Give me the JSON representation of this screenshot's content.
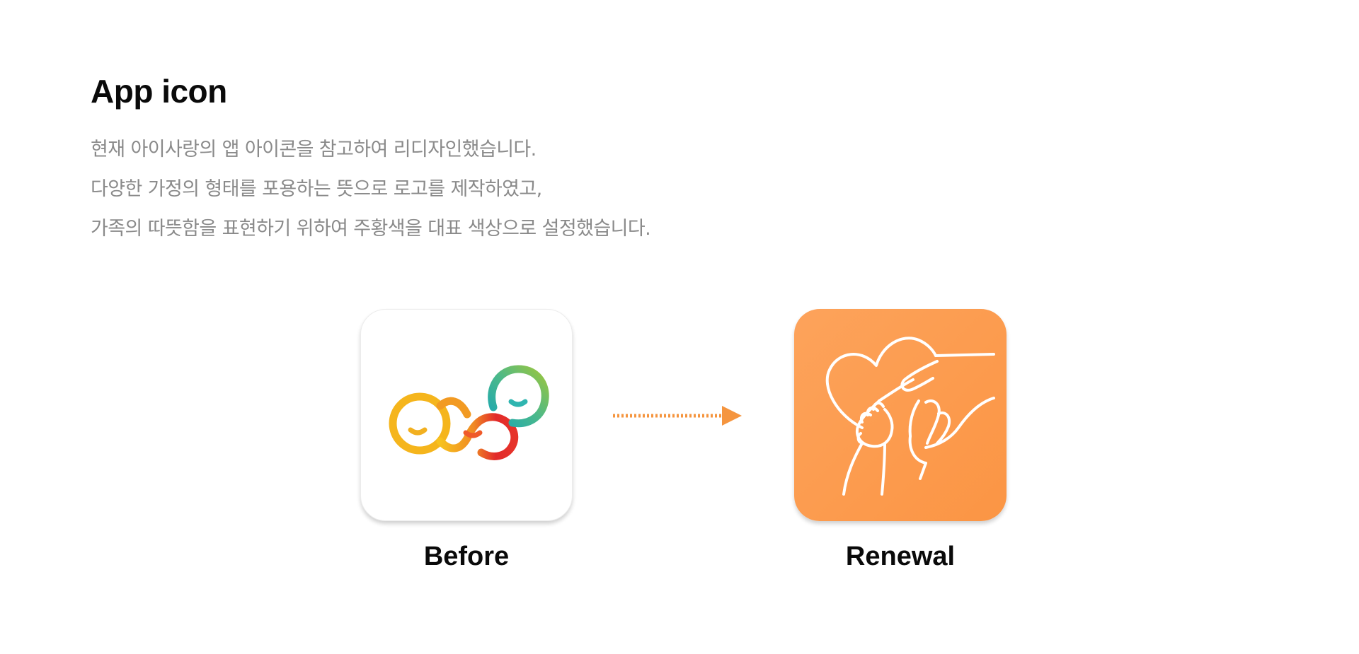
{
  "section": {
    "title": "App icon",
    "description": [
      "현재 아이사랑의 앱 아이콘을 참고하여 리디자인했습니다.",
      "다양한 가정의 형태를 포용하는 뜻으로 로고를 제작하였고,",
      "가족의 따뜻함을 표현하기 위하여 주황색을 대표 색상으로 설정했습니다."
    ]
  },
  "comparison": {
    "before": {
      "label": "Before",
      "icon": "infinity-faces-logo-icon",
      "colors": [
        "#f7c21e",
        "#ef5a2a",
        "#e22a2a",
        "#2fb5b0",
        "#8cc443"
      ]
    },
    "after": {
      "label": "Renewal",
      "icon": "parent-child-hands-heart-icon",
      "colors": [
        "#fda35b",
        "#fb9544",
        "#ffffff"
      ]
    },
    "arrow": {
      "icon": "dotted-arrow-right-icon",
      "color": "#f5953f"
    }
  }
}
